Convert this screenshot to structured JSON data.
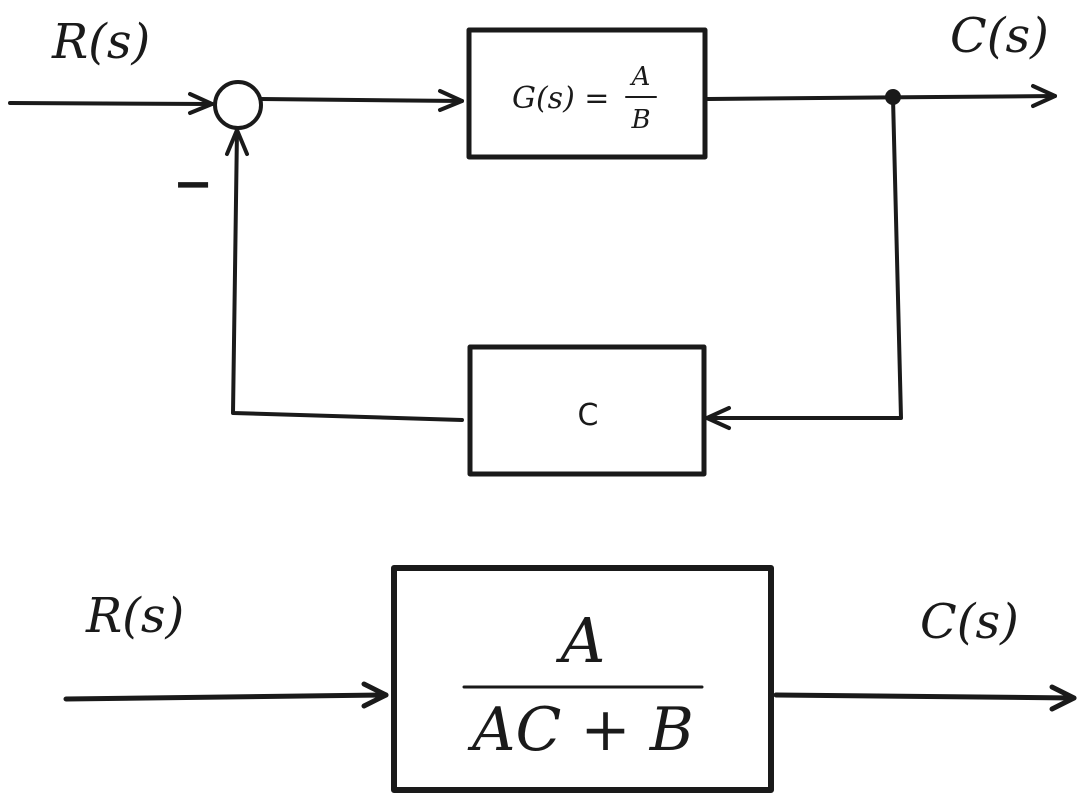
{
  "top_diagram": {
    "input_label": "R(s)",
    "output_label": "C(s)",
    "feedback_sign": "−",
    "forward_block": {
      "lhs": "G(s) =",
      "numerator": "A",
      "denominator": "B"
    },
    "feedback_block": {
      "label": "C"
    }
  },
  "bottom_diagram": {
    "input_label": "R(s)",
    "output_label": "C(s)",
    "block": {
      "numerator": "A",
      "denominator": "AC + B"
    }
  },
  "colors": {
    "ink": "#1a1a1a",
    "background": "#ffffff"
  }
}
